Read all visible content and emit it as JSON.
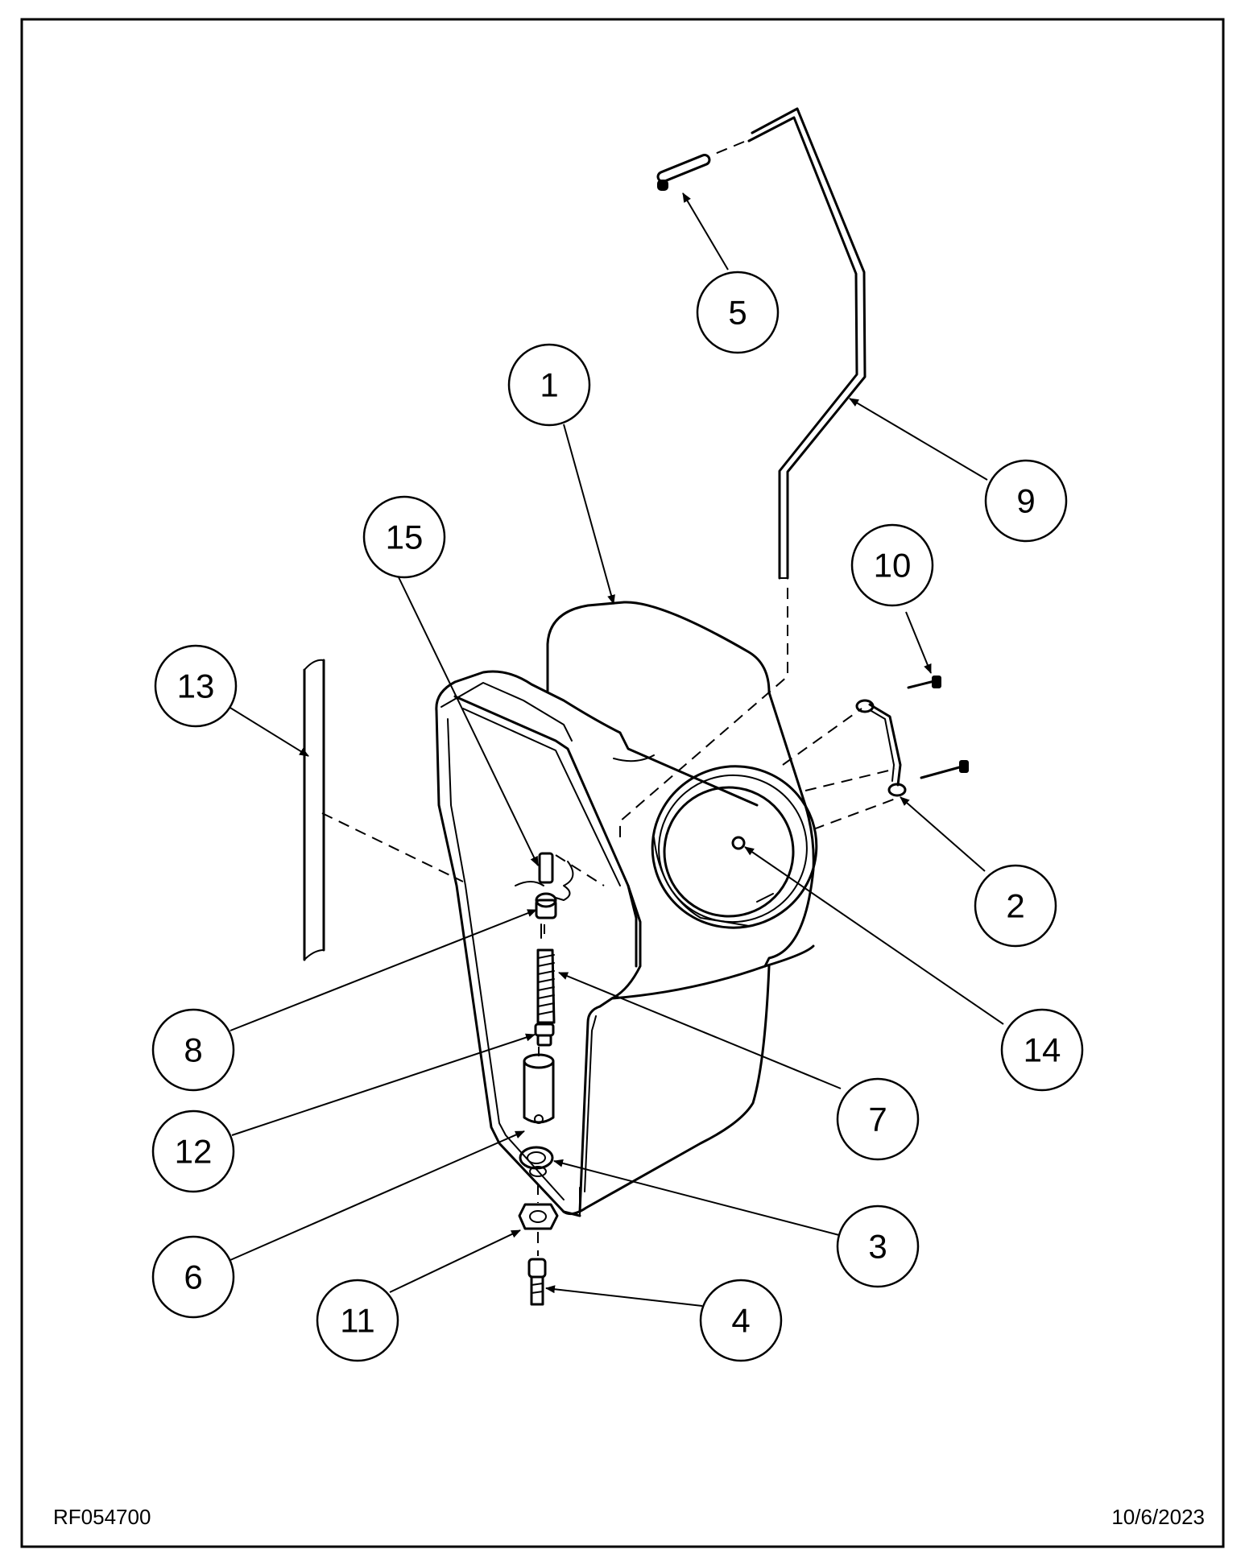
{
  "drawing": {
    "drawing_number": "RF054700",
    "date": "10/6/2023"
  },
  "callouts": [
    {
      "label": "1"
    },
    {
      "label": "2"
    },
    {
      "label": "3"
    },
    {
      "label": "4"
    },
    {
      "label": "5"
    },
    {
      "label": "6"
    },
    {
      "label": "7"
    },
    {
      "label": "8"
    },
    {
      "label": "9"
    },
    {
      "label": "10"
    },
    {
      "label": "11"
    },
    {
      "label": "12"
    },
    {
      "label": "13"
    },
    {
      "label": "14"
    },
    {
      "label": "15"
    }
  ]
}
